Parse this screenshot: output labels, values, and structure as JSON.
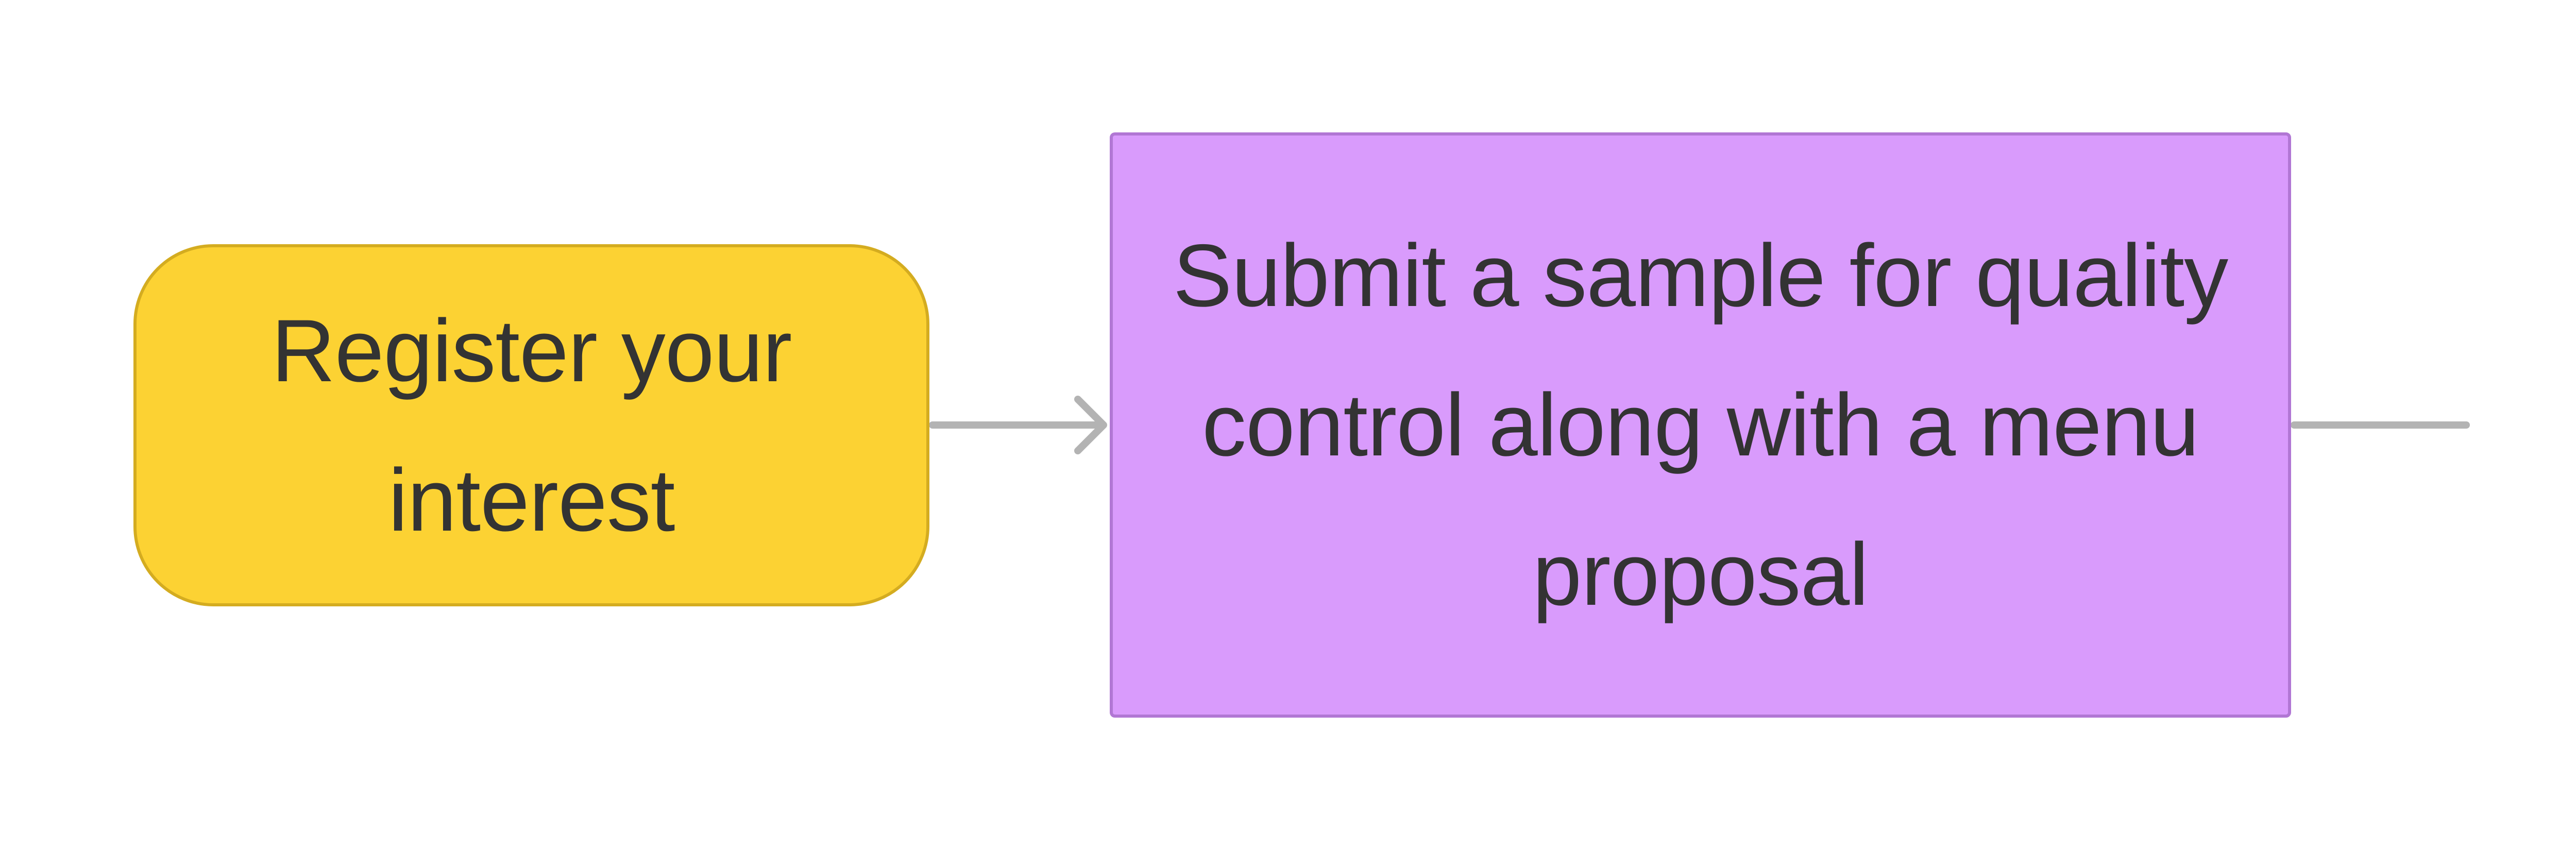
{
  "diagram": {
    "nodes": [
      {
        "id": "register",
        "label": "Register your interest",
        "fill": "#fcd233",
        "stroke": "#d4ac20",
        "shape": "rounded-rectangle"
      },
      {
        "id": "submit",
        "label": "Submit a sample for quality control along with a menu proposal",
        "fill": "#d99bfc",
        "stroke": "#b177d4",
        "shape": "rectangle"
      }
    ],
    "edges": [
      {
        "from": "register",
        "to": "submit",
        "arrow": true
      },
      {
        "from": "submit",
        "to": "",
        "arrow": false
      }
    ],
    "edge_color": "#b3b3b3",
    "text_color": "#333333"
  }
}
